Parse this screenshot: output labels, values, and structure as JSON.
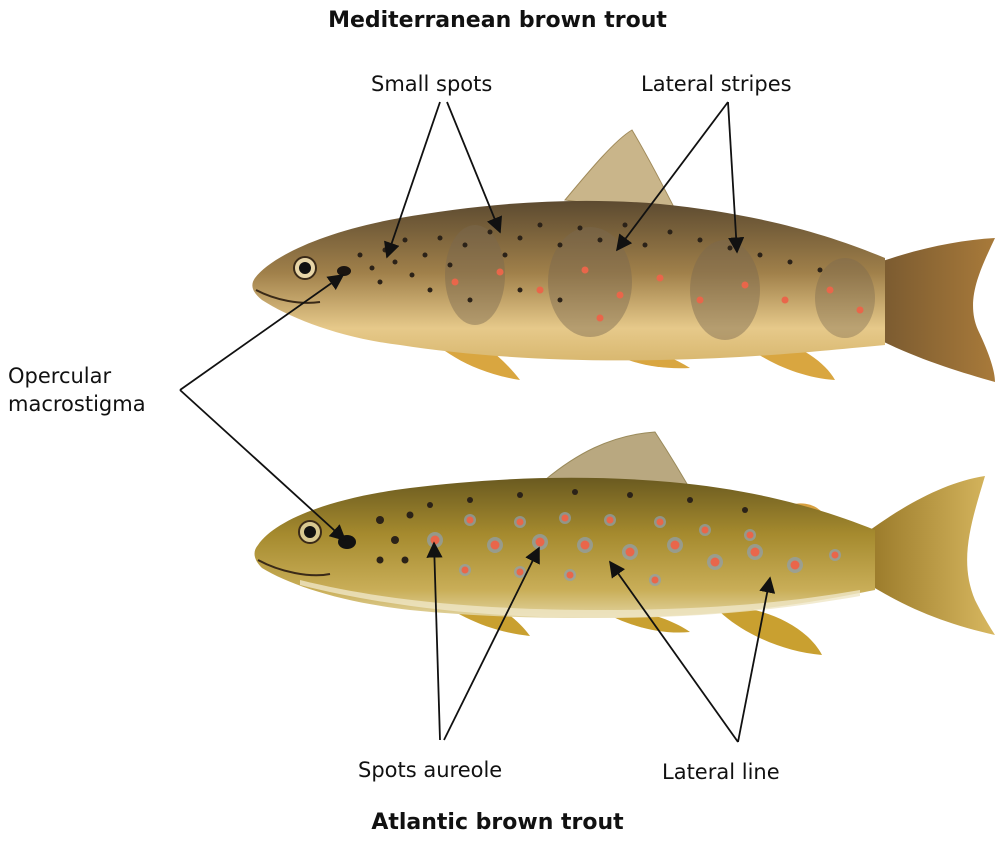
{
  "titles": {
    "top": "Mediterranean brown trout",
    "bottom": "Atlantic brown trout"
  },
  "labels": {
    "small_spots": "Small spots",
    "lateral_stripes": "Lateral stripes",
    "opercular_line1": "Opercular",
    "opercular_line2": "macrostigma",
    "spots_aureole": "Spots aureole",
    "lateral_line": "Lateral line"
  },
  "colors": {
    "mediterranean_body": "#a0804a",
    "mediterranean_belly": "#e6c98a",
    "mediterranean_stripe": "#7a6850",
    "atlantic_body": "#a58a2e",
    "atlantic_belly": "#d9c070",
    "red_spot": "#e9664a",
    "blue_halo": "#8fa0b0",
    "dark_spot": "#2b2218",
    "fin": "#c9a24a",
    "arrow": "#111111"
  }
}
